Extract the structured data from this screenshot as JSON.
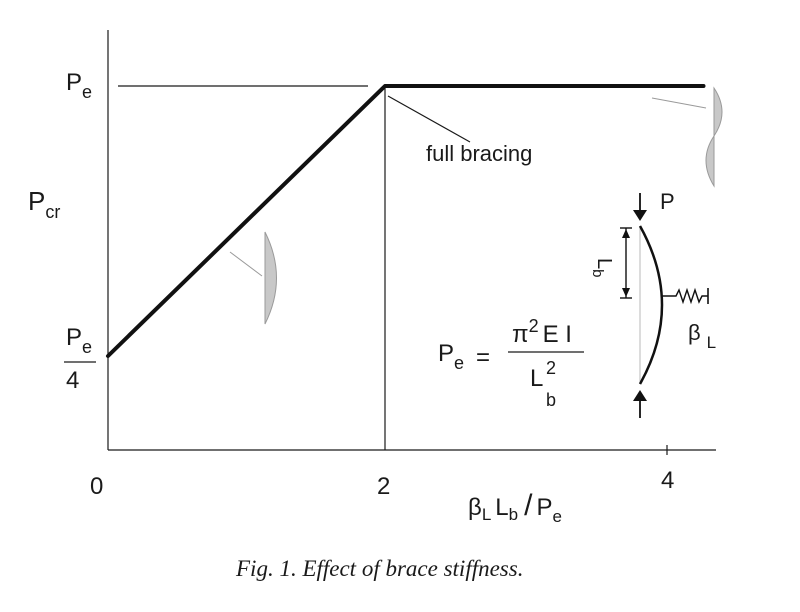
{
  "chart_data": {
    "type": "line",
    "x": [
      0,
      2,
      4.3
    ],
    "y": [
      "Pe/4",
      "Pe",
      "Pe"
    ],
    "xticks": [
      "0",
      "2",
      "4"
    ],
    "ylabel_main": "P",
    "ylabel_sub": "cr",
    "ytick_top_main": "P",
    "ytick_top_sub": "e",
    "ytick_bottom_num_main": "P",
    "ytick_bottom_num_sub": "e",
    "ytick_bottom_den": "4",
    "xlabel": {
      "beta": "β",
      "beta_sub": "L",
      "L": "L",
      "L_sub": "b",
      "slash": "/",
      "P": "P",
      "P_sub": "e"
    },
    "annotation": "full bracing"
  },
  "formula": {
    "lhs_main": "P",
    "lhs_sub": "e",
    "equals": "=",
    "num_pi": "π",
    "num_exp": "2",
    "num_rest": "E I",
    "den_main": "L",
    "den_sup": "2",
    "den_sub": "b"
  },
  "inset": {
    "load_label": "P",
    "length_main": "L",
    "length_sub": "b",
    "spring_beta": "β",
    "spring_sub": "L"
  },
  "caption": "Fig. 1. Effect of brace stiffness."
}
